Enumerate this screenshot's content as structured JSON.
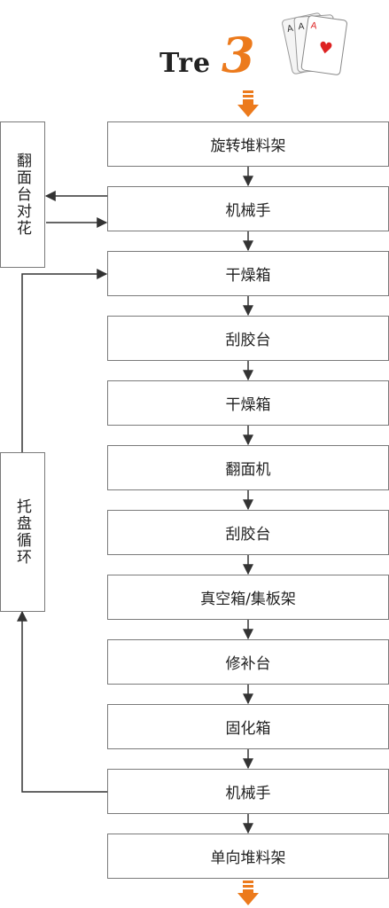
{
  "logo": {
    "text": "Tre",
    "number": "3"
  },
  "steps": [
    "旋转堆料架",
    "机械手",
    "干燥箱",
    "刮胶台",
    "干燥箱",
    "翻面机",
    "刮胶台",
    "真空箱/集板架",
    "修补台",
    "固化箱",
    "机械手",
    "单向堆料架"
  ],
  "side": {
    "flip": "翻面台对花",
    "tray": "托盘循环"
  },
  "colors": {
    "accent": "#ec7a1c",
    "line": "#333333",
    "border": "#7a7a7a"
  }
}
